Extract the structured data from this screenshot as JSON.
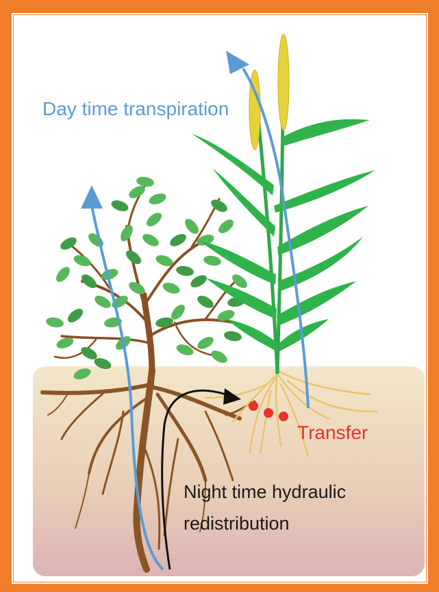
{
  "labels": {
    "day_transpiration": "Day time transpiration",
    "transfer": "Transfer",
    "night_line1": "Night time hydraulic",
    "night_line2": "redistribution"
  },
  "colors": {
    "border": "#ef7d2a",
    "day_arrow": "#5b9bd5",
    "transfer_text": "#e8322b",
    "night_arrow": "#111111",
    "leaf": "#4caf50",
    "grass": "#2fb34a",
    "stem": "#7a4a1e",
    "grass_root": "#e9c36a",
    "soil_top": "#f1e3c6",
    "soil_bottom": "#dcb5b2"
  },
  "icons": [
    "blue-arrow-icon",
    "black-arrow-icon",
    "red-dot-icon"
  ]
}
